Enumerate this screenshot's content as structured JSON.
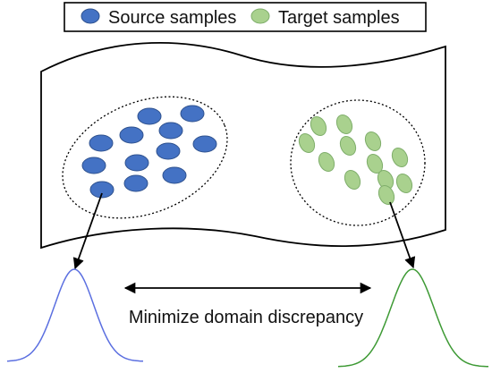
{
  "legend": {
    "source_label": "Source samples",
    "target_label": "Target samples"
  },
  "caption": "Minimize domain discrepancy",
  "colors": {
    "source_fill": "#4472C4",
    "source_stroke": "#2F528F",
    "target_fill": "#A9D18E",
    "target_stroke": "#7FAE6B",
    "source_curve": "#5B6FE0",
    "target_curve": "#3E9A35"
  }
}
